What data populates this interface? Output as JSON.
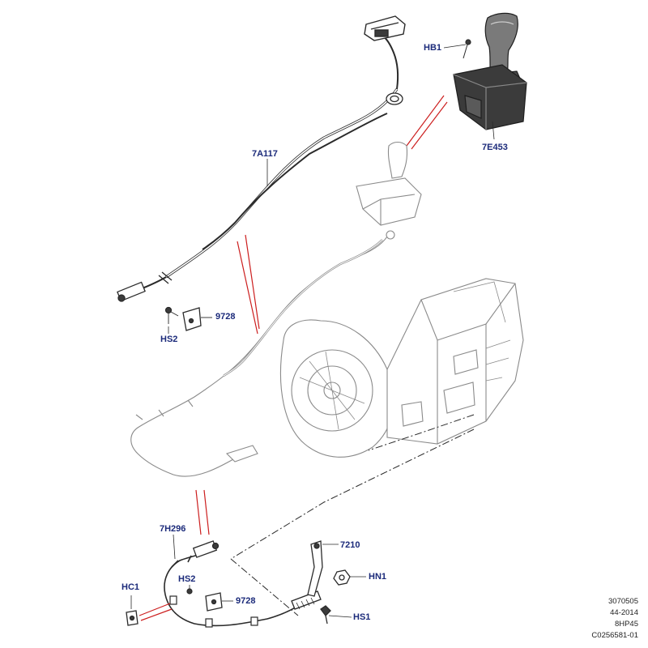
{
  "callouts": {
    "hb1": "HB1",
    "part_7e453": "7E453",
    "part_7a117": "7A117",
    "part_9728_top": "9728",
    "hs2_top": "HS2",
    "part_7h296": "7H296",
    "part_7210": "7210",
    "hn1": "HN1",
    "hc1": "HC1",
    "hs2_bottom": "HS2",
    "part_9728_bottom": "9728",
    "hs1": "HS1"
  },
  "reference": {
    "line1": "3070505",
    "line2": "44-2014",
    "line3": "8HP45",
    "line4": "C0256581-01"
  },
  "colors": {
    "background": "#ffffff",
    "callout_text": "#1b2a7a",
    "line_art": "#2a2a2a",
    "leader_red": "#cc1e1e",
    "shifter_dark": "#3b3b3b"
  }
}
